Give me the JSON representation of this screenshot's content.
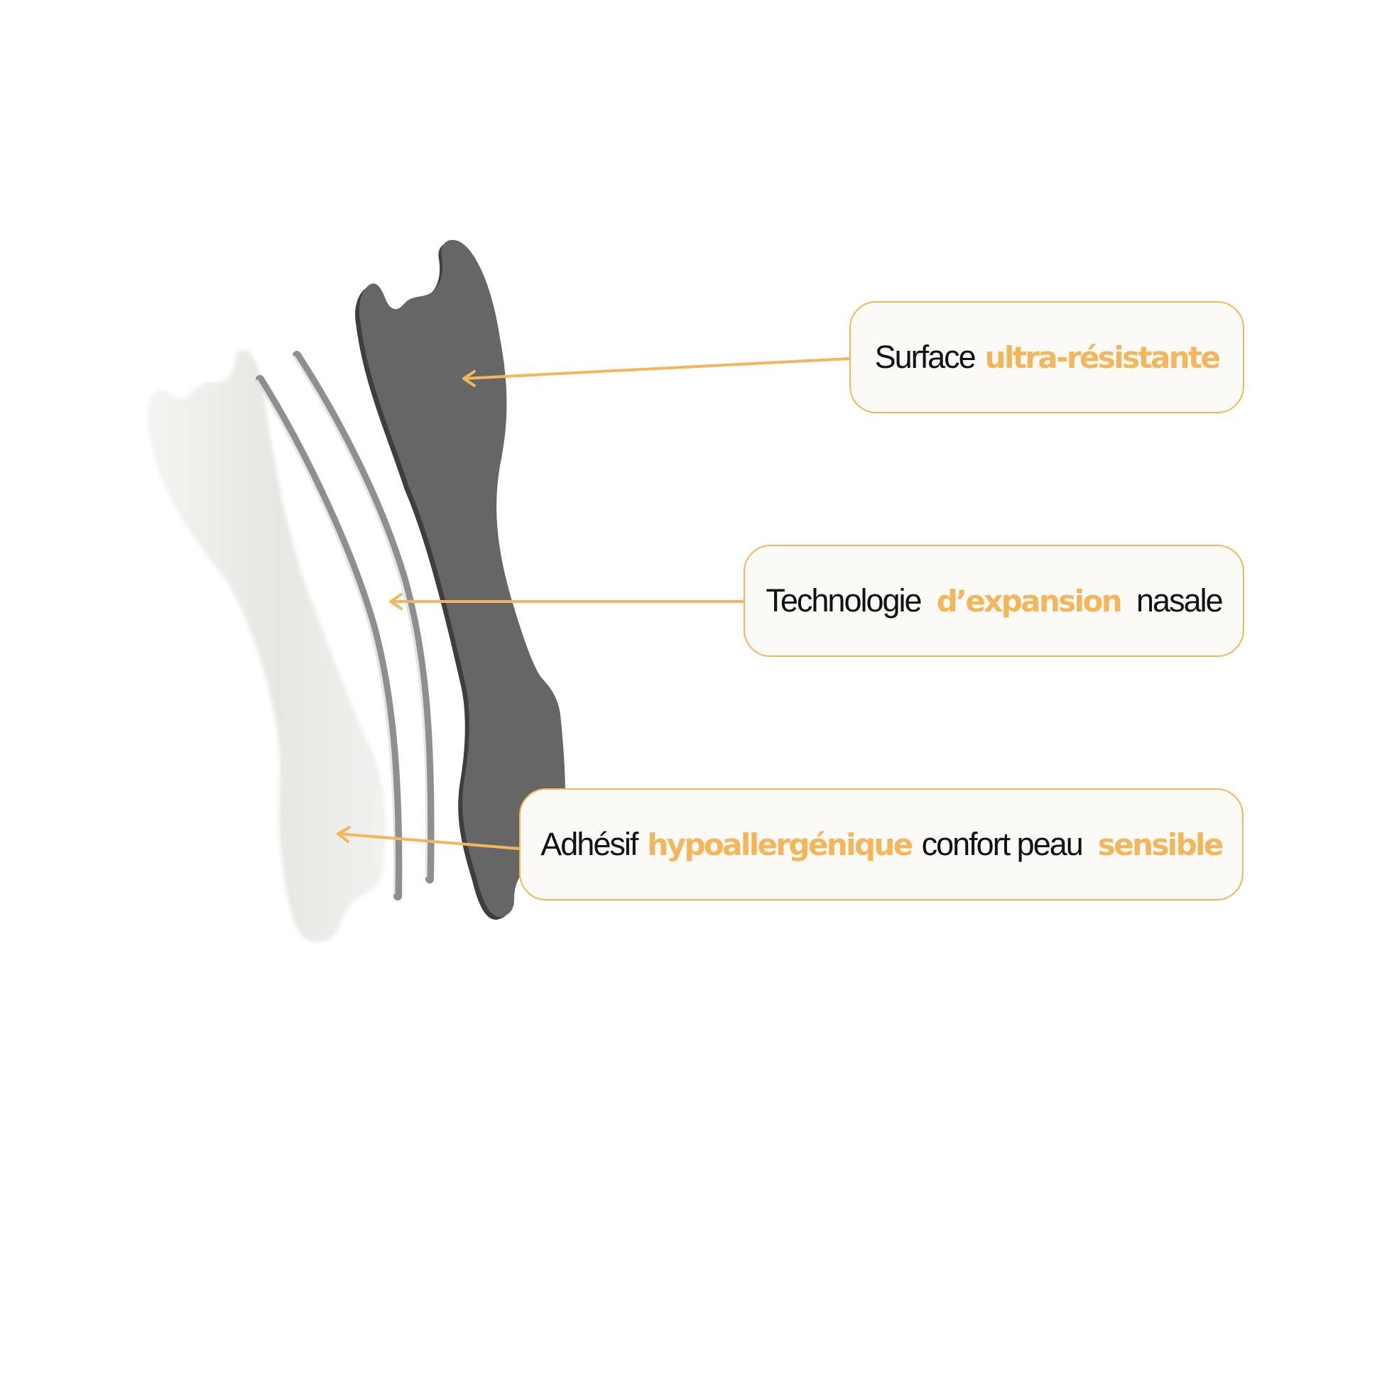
{
  "diagram": {
    "subject": "nasal strip exploded view",
    "accent_color": "#f3b65b",
    "box_background": "#fbfaf7",
    "layers": [
      {
        "id": "top-surface",
        "color": "#646464"
      },
      {
        "id": "spring-bands",
        "color": "#9a9a9a"
      },
      {
        "id": "adhesive-pad",
        "color": "#eeeeea"
      }
    ],
    "callouts": [
      {
        "target": "top-surface",
        "parts": [
          {
            "text": "Surface",
            "style": "plain"
          },
          {
            "text": "ultra-résistante",
            "style": "accent"
          }
        ]
      },
      {
        "target": "spring-bands",
        "parts": [
          {
            "text": "Technologie",
            "style": "plain"
          },
          {
            "text": "d’expansion",
            "style": "accent"
          },
          {
            "text": "nasale",
            "style": "plain"
          }
        ]
      },
      {
        "target": "adhesive-pad",
        "parts": [
          {
            "text": "Adhésif",
            "style": "plain"
          },
          {
            "text": "hypoallergénique",
            "style": "accent"
          },
          {
            "text": "confort peau",
            "style": "plain"
          },
          {
            "text": "sensible",
            "style": "accent"
          }
        ]
      }
    ]
  }
}
